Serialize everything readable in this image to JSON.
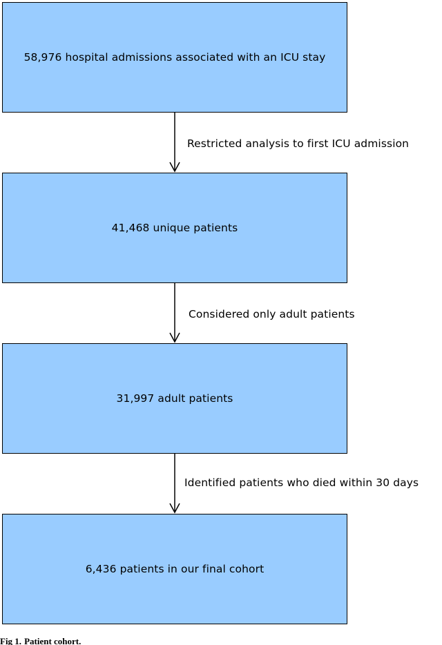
{
  "flowchart": {
    "boxes": [
      "58,976 hospital admissions associated with an ICU stay",
      "41,468 unique patients",
      "31,997 adult patients",
      "6,436 patients in our final cohort"
    ],
    "steps": [
      "Restricted analysis to first ICU admission",
      "Considered only adult patients",
      "Identified patients who died within 30 days"
    ],
    "colors": {
      "box_fill": "#99ccff",
      "box_border": "#000000",
      "arrow": "#000000"
    }
  },
  "caption": {
    "label": "Fig 1.",
    "title": "Patient cohort."
  }
}
